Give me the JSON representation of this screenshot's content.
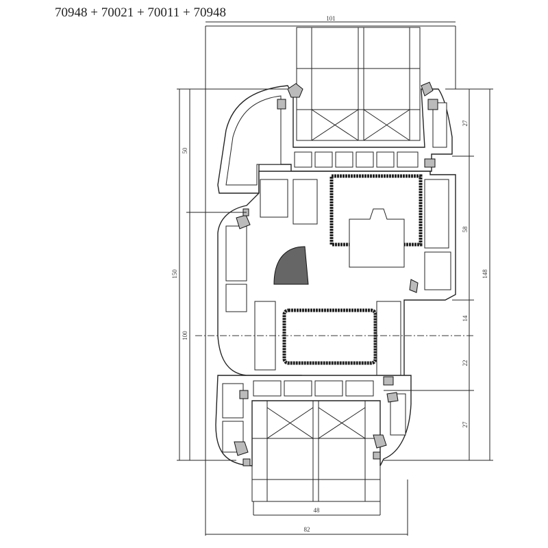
{
  "title": "70948 + 70021 + 70011 + 70948",
  "dimensions": {
    "top_width": "101",
    "left_upper": "50",
    "left_total": "150",
    "left_lower": "100",
    "right_top": "27",
    "right_upper_mid": "58",
    "right_center_upper": "14",
    "right_center_lower": "22",
    "right_bottom": "27",
    "right_total": "148",
    "bottom_glass_width": "48",
    "bottom_total_width": "82"
  }
}
